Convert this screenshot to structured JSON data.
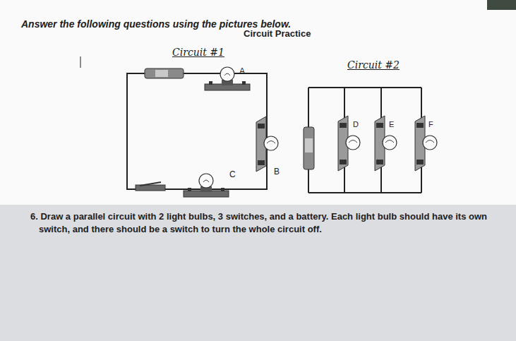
{
  "diagram": {
    "title": "Circuit Practice",
    "labels": [
      "Answer the following questions using the pictures below.",
      "Circuit #1",
      "Circuit #2",
      "A",
      "B",
      "C",
      "D",
      "E",
      "F",
      "6. Draw a parallel circuit with 2 light bulbs, 3 switches, and a battery. Each light bulb should have its own switch, and there should be a switch to turn the whole circuit off."
    ]
  }
}
